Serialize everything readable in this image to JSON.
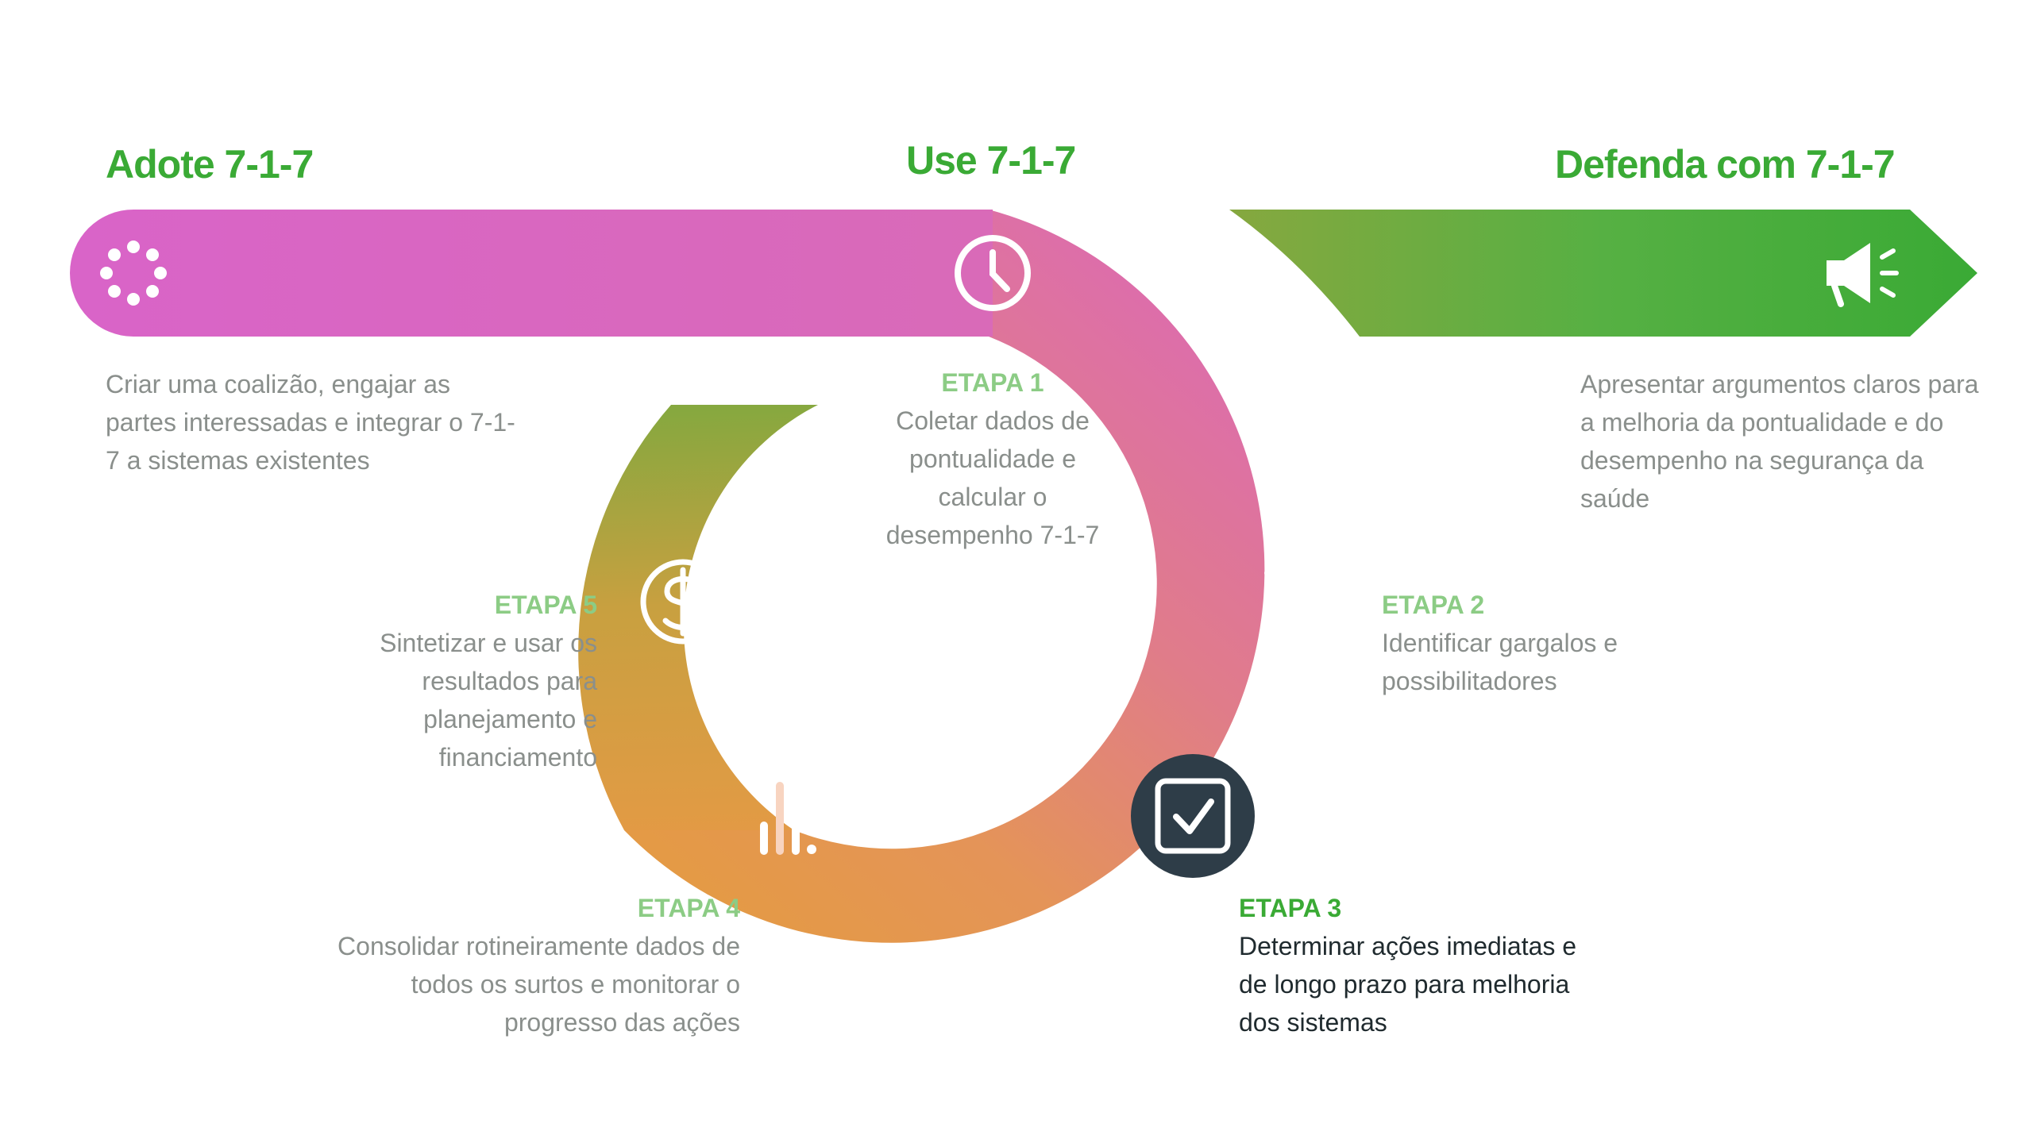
{
  "phases": {
    "adopt": {
      "title": "Adote 7-1-7",
      "description": "Criar uma coalizão, engajar as partes interessadas e integrar o 7-1-7 a sistemas existentes"
    },
    "use": {
      "title": "Use 7-1-7"
    },
    "advocate": {
      "title": "Defenda com 7-1-7",
      "description": "Apresentar argumentos claros para a melhoria da pontualidade e do desempenho na segurança da saúde"
    }
  },
  "steps": [
    {
      "label": "ETAPA 1",
      "text": "Coletar dados de pontualidade e calcular o desempenho 7-1-7",
      "icon": "clock-icon"
    },
    {
      "label": "ETAPA 2",
      "text": "Identificar gargalos e possibilitadores",
      "icon": "merge-arrows-icon"
    },
    {
      "label": "ETAPA 3",
      "text": "Determinar ações imediatas e de longo prazo para melhoria dos sistemas",
      "icon": "checkbox-icon",
      "active": true
    },
    {
      "label": "ETAPA 4",
      "text": "Consolidar rotineiramente dados de todos os surtos e monitorar o progresso das ações",
      "icon": "bar-chart-icon"
    },
    {
      "label": "ETAPA 5",
      "text": "Sintetizar e usar os resultados para planejamento e financiamento",
      "icon": "dollar-icon"
    }
  ],
  "icons": {
    "adopt": "dots-circle-icon",
    "advocate": "megaphone-icon"
  },
  "colors": {
    "title_green": "#3aaa35",
    "step_label_green": "#8ccc85",
    "magenta": "#d964c8",
    "orange": "#e49a45",
    "olive": "#86a83f",
    "active_badge": "#2e3d48"
  }
}
